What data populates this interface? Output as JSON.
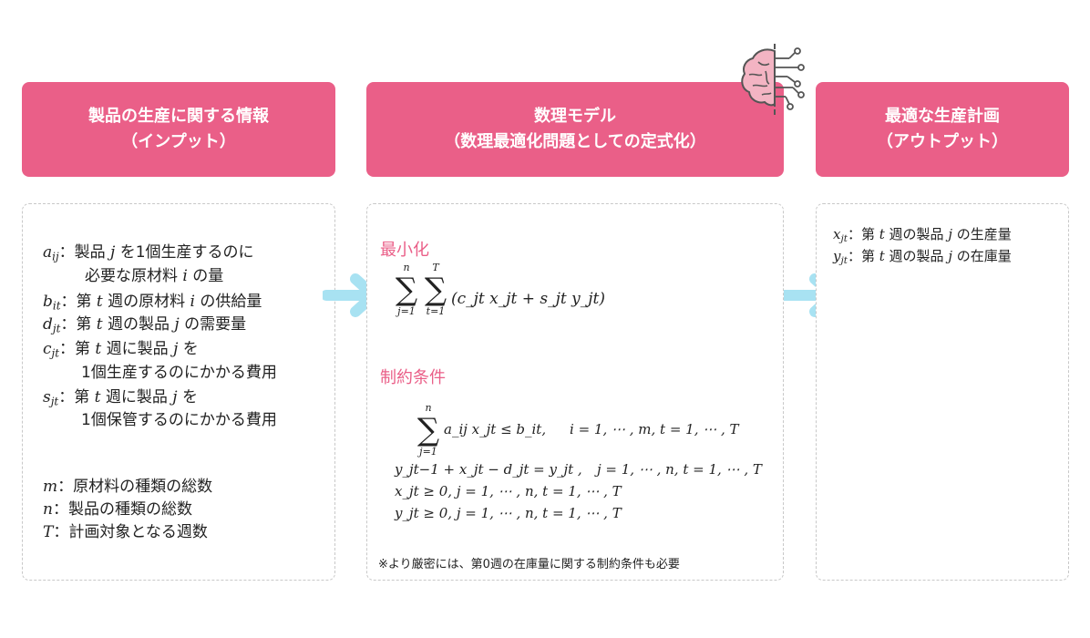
{
  "headers": {
    "input": {
      "line1": "製品の生産に関する情報",
      "line2": "（インプット）"
    },
    "model": {
      "line1": "数理モデル",
      "line2": "（数理最適化問題としての定式化）"
    },
    "output": {
      "line1": "最適な生産計画",
      "line2": "（アウトプット）"
    }
  },
  "input_panel": {
    "a_var": "a",
    "a_sub": "ij",
    "a_text1": "：製品 ",
    "a_j": "j",
    "a_text2": " を1個生産するのに",
    "a_text3": "必要な原材料 ",
    "a_i": "i",
    "a_text4": " の量",
    "b_var": "b",
    "b_sub": "it",
    "b_text1": "：第 ",
    "b_t": "t",
    "b_text2": " 週の原材料 ",
    "b_i": "i",
    "b_text3": " の供給量",
    "d_var": "d",
    "d_sub": "jt",
    "d_text1": "：第 ",
    "d_t": "t",
    "d_text2": " 週の製品 ",
    "d_j": "j",
    "d_text3": " の需要量",
    "c_var": "c",
    "c_sub": "jt",
    "c_text1": "：第 ",
    "c_t": "t",
    "c_text2": " 週に製品 ",
    "c_j": "j",
    "c_text3": " を",
    "c_text4": "1個生産するのにかかる費用",
    "s_var": "s",
    "s_sub": "jt",
    "s_text1": "：第 ",
    "s_t": "t",
    "s_text2": " 週に製品 ",
    "s_j": "j",
    "s_text3": " を",
    "s_text4": "1個保管するのにかかる費用",
    "m_var": "m",
    "m_text": "：原材料の種類の総数",
    "n_var": "n",
    "n_text": "：製品の種類の総数",
    "T_var": "T",
    "T_text": "：計画対象となる週数"
  },
  "model_panel": {
    "minimize_title": "最小化",
    "sum1_top": "n",
    "sum1_bottom": "j=1",
    "sum2_top": "T",
    "sum2_bottom": "t=1",
    "objective": "(c_jt x_jt + s_jt y_jt)",
    "constraints_title": "制約条件",
    "csum_top": "n",
    "csum_bottom": "j=1",
    "c1_expr": "a_ij x_jt ≤ b_it,",
    "c1_range": "i = 1, ⋯ , m, t = 1, ⋯ , T",
    "c2_expr": "y_jt−1 + x_jt − d_jt = y_jt ,",
    "c2_range": "j = 1, ⋯ , n, t = 1, ⋯ , T",
    "c3": "x_jt ≥ 0,  j = 1, ⋯ , n, t = 1, ⋯ , T",
    "c4": "y_jt ≥ 0,  j = 1, ⋯ , n, t = 1, ⋯ , T",
    "note": "※より厳密には、第0週の在庫量に関する制約条件も必要"
  },
  "output_panel": {
    "x_var": "x",
    "x_sub": "jt",
    "x_text1": "：第 ",
    "x_t": "t",
    "x_text2": " 週の製品 ",
    "x_j": "j",
    "x_text3": " の生産量",
    "y_var": "y",
    "y_sub": "jt",
    "y_text1": "：第 ",
    "y_t": "t",
    "y_text2": " 週の製品 ",
    "y_j": "j",
    "y_text3": " の在庫量"
  },
  "icons": {
    "brain": "brain-circuit-icon",
    "arrow": "arrow-right-icon"
  },
  "colors": {
    "accent": "#ea5f88",
    "arrow": "#a8e2f2",
    "brain_fill": "#f3b4c3",
    "brain_stroke": "#555555"
  }
}
